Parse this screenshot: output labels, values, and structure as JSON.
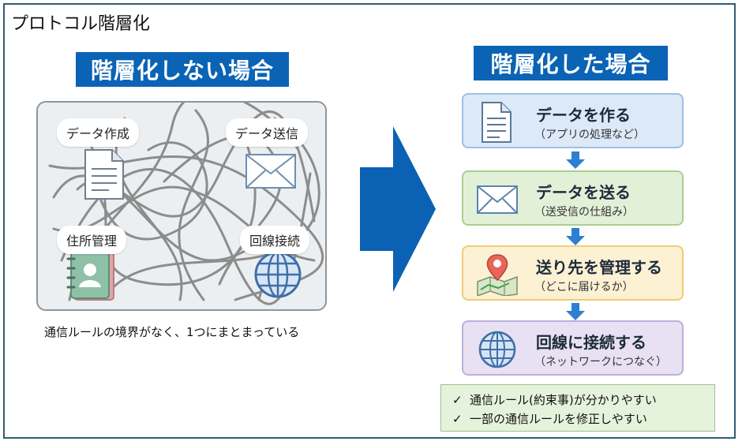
{
  "title": "プロトコル階層化",
  "left": {
    "heading": "階層化しない場合",
    "labels": {
      "data_create": "データ作成",
      "data_send": "データ送信",
      "address_manage": "住所管理",
      "line_connect": "回線接続"
    },
    "caption": "通信ルールの境界がなく、1つにまとまっている"
  },
  "right": {
    "heading": "階層化した場合",
    "layers": [
      {
        "title": "データを作る",
        "sub": "（アプリの処理など）",
        "icon": "document-icon",
        "bg": "#dce9f8",
        "border": "#9fbfe6"
      },
      {
        "title": "データを送る",
        "sub": "（送受信の仕組み）",
        "icon": "envelope-icon",
        "bg": "#e3f0d8",
        "border": "#a9cf8f"
      },
      {
        "title": "送り先を管理する",
        "sub": "（どこに届けるか）",
        "icon": "map-pin-icon",
        "bg": "#fdf1d4",
        "border": "#f0cc73"
      },
      {
        "title": "回線に接続する",
        "sub": "（ネットワークにつなぐ）",
        "icon": "globe-icon",
        "bg": "#e8e1f3",
        "border": "#bcaedb"
      }
    ],
    "benefits": [
      "通信ルール(約束事)が分かりやすい",
      "一部の通信ルールを修正しやすい"
    ]
  },
  "colors": {
    "heading_bg": "#0a63b5",
    "arrow": "#0b62b4",
    "down_arrow": "#2f7fd0"
  }
}
